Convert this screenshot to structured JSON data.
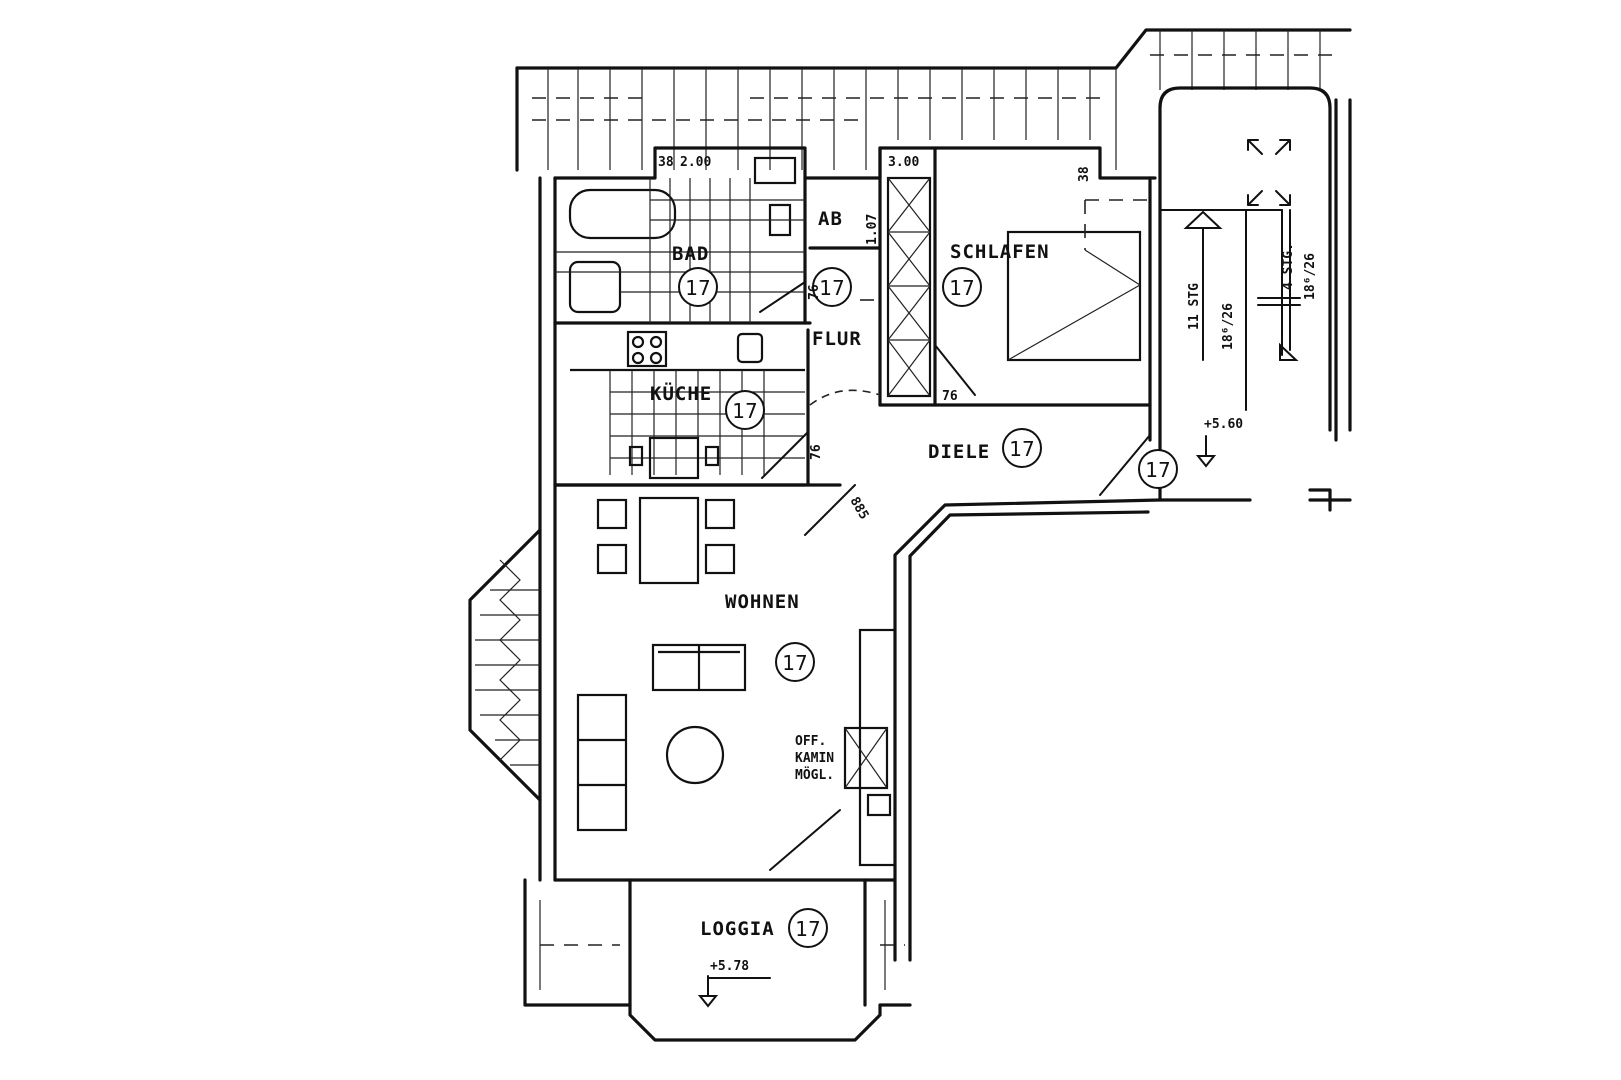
{
  "rooms": {
    "bad": "BAD",
    "ab": "AB",
    "flur": "FLUR",
    "kueche": "KÜCHE",
    "schlafen": "SCHLAFEN",
    "diele": "DIELE",
    "wohnen": "WOHNEN",
    "loggia": "LOGGIA"
  },
  "unit_number": "17",
  "dimensions": {
    "bad_width": "2.00",
    "bad_wall": "38",
    "schlafen_width": "3.00",
    "schlafen_wall": "38",
    "ab_depth": "1.07",
    "door_flur": "76",
    "door_kueche": "76",
    "door_schlafen": "76",
    "door_wohnen": "885"
  },
  "fireplace_note": [
    "OFF.",
    "KAMIN",
    "MÖGL."
  ],
  "stairs": {
    "main_steps": "11 STG",
    "main_ratio": "18⁶/26",
    "side_steps": "4 STG.",
    "side_ratio": "18⁶/26"
  },
  "levels": {
    "stair_level": "+5.60",
    "loggia_level": "+5.78"
  }
}
